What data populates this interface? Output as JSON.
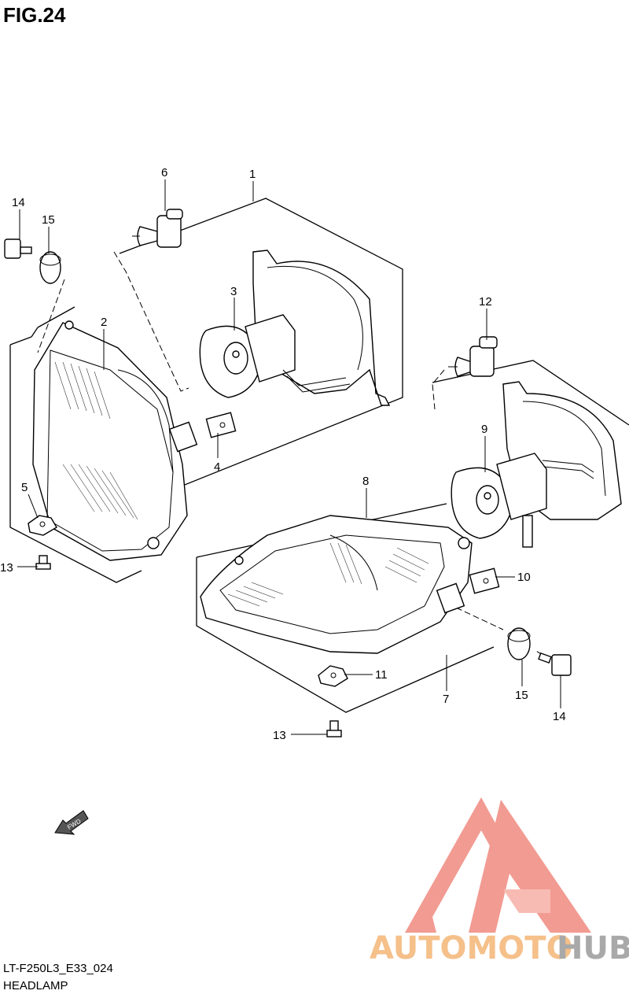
{
  "figure": {
    "title": "FIG.24",
    "code": "LT-F250L3_E33_024",
    "caption": "HEADLAMP"
  },
  "callouts": [
    "1",
    "2",
    "3",
    "4",
    "5",
    "6",
    "7",
    "8",
    "9",
    "10",
    "11",
    "12",
    "13",
    "13",
    "14",
    "14",
    "15",
    "15"
  ],
  "fwd_label": "FWD",
  "watermark": {
    "text_left": "AUTOMOTO",
    "text_right": "HUB",
    "color_left": "#f5c08a",
    "color_right": "#a9a9a9",
    "logo_color": "#f08a80"
  },
  "icons": [
    "fwd-arrow-icon",
    "automotohub-logo-icon"
  ]
}
